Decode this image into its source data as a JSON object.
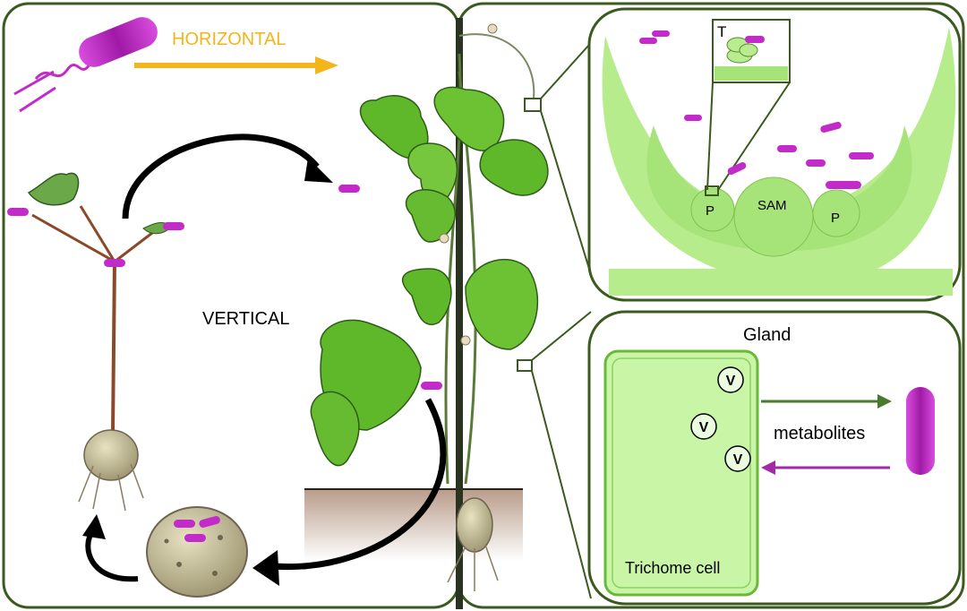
{
  "labels": {
    "horizontal": "HORIZONTAL",
    "vertical": "VERTICAL",
    "trichome_marker": "T",
    "primordium_left": "P",
    "primordium_right": "P",
    "meristem": "SAM",
    "gland_title": "Gland",
    "metabolites": "metabolites",
    "trichome_cell": "Trichome cell",
    "vesicle": "V"
  },
  "colors": {
    "frame": "#3b5a1e",
    "bacterium": "#c22bc9",
    "horizontal_arrow": "#f2b51c",
    "leaf_green": "#5fb82a",
    "shoot_light": "#b7ec8c",
    "cell_fill": "#c8f5a6",
    "to_bacterium_arrow": "#4a7a2e",
    "from_bacterium_arrow": "#a12aa6"
  }
}
